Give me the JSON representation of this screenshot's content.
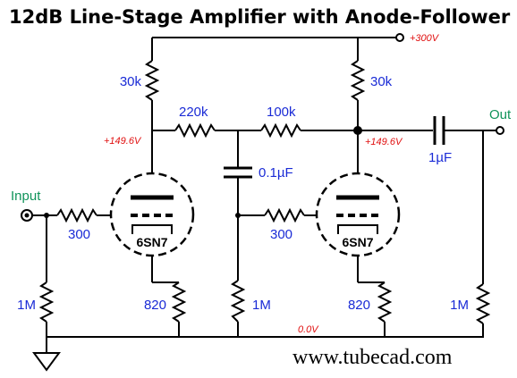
{
  "title": "12dB Line-Stage Amplifier with Anode-Follower OPS",
  "supply": {
    "voltage": "+300V"
  },
  "ground": {
    "voltage": "0.0V"
  },
  "input": {
    "label": "Input"
  },
  "output": {
    "label": "Out"
  },
  "stage1": {
    "anode_resistor": "30k",
    "anode_voltage": "+149.6V",
    "grid_resistor": "300",
    "grid_leak": "1M",
    "cathode_resistor": "820",
    "tube": "6SN7"
  },
  "coupling": {
    "series_resistor": "220k",
    "capacitor": "0.1µF",
    "shunt_resistor": "1M"
  },
  "stage2": {
    "feedback_resistor": "100k",
    "anode_resistor": "30k",
    "anode_voltage": "+149.6V",
    "grid_resistor": "300",
    "cathode_resistor": "820",
    "tube": "6SN7"
  },
  "output_stage": {
    "capacitor": "1µF",
    "load_resistor": "1M"
  },
  "website": "www.tubecad.com"
}
